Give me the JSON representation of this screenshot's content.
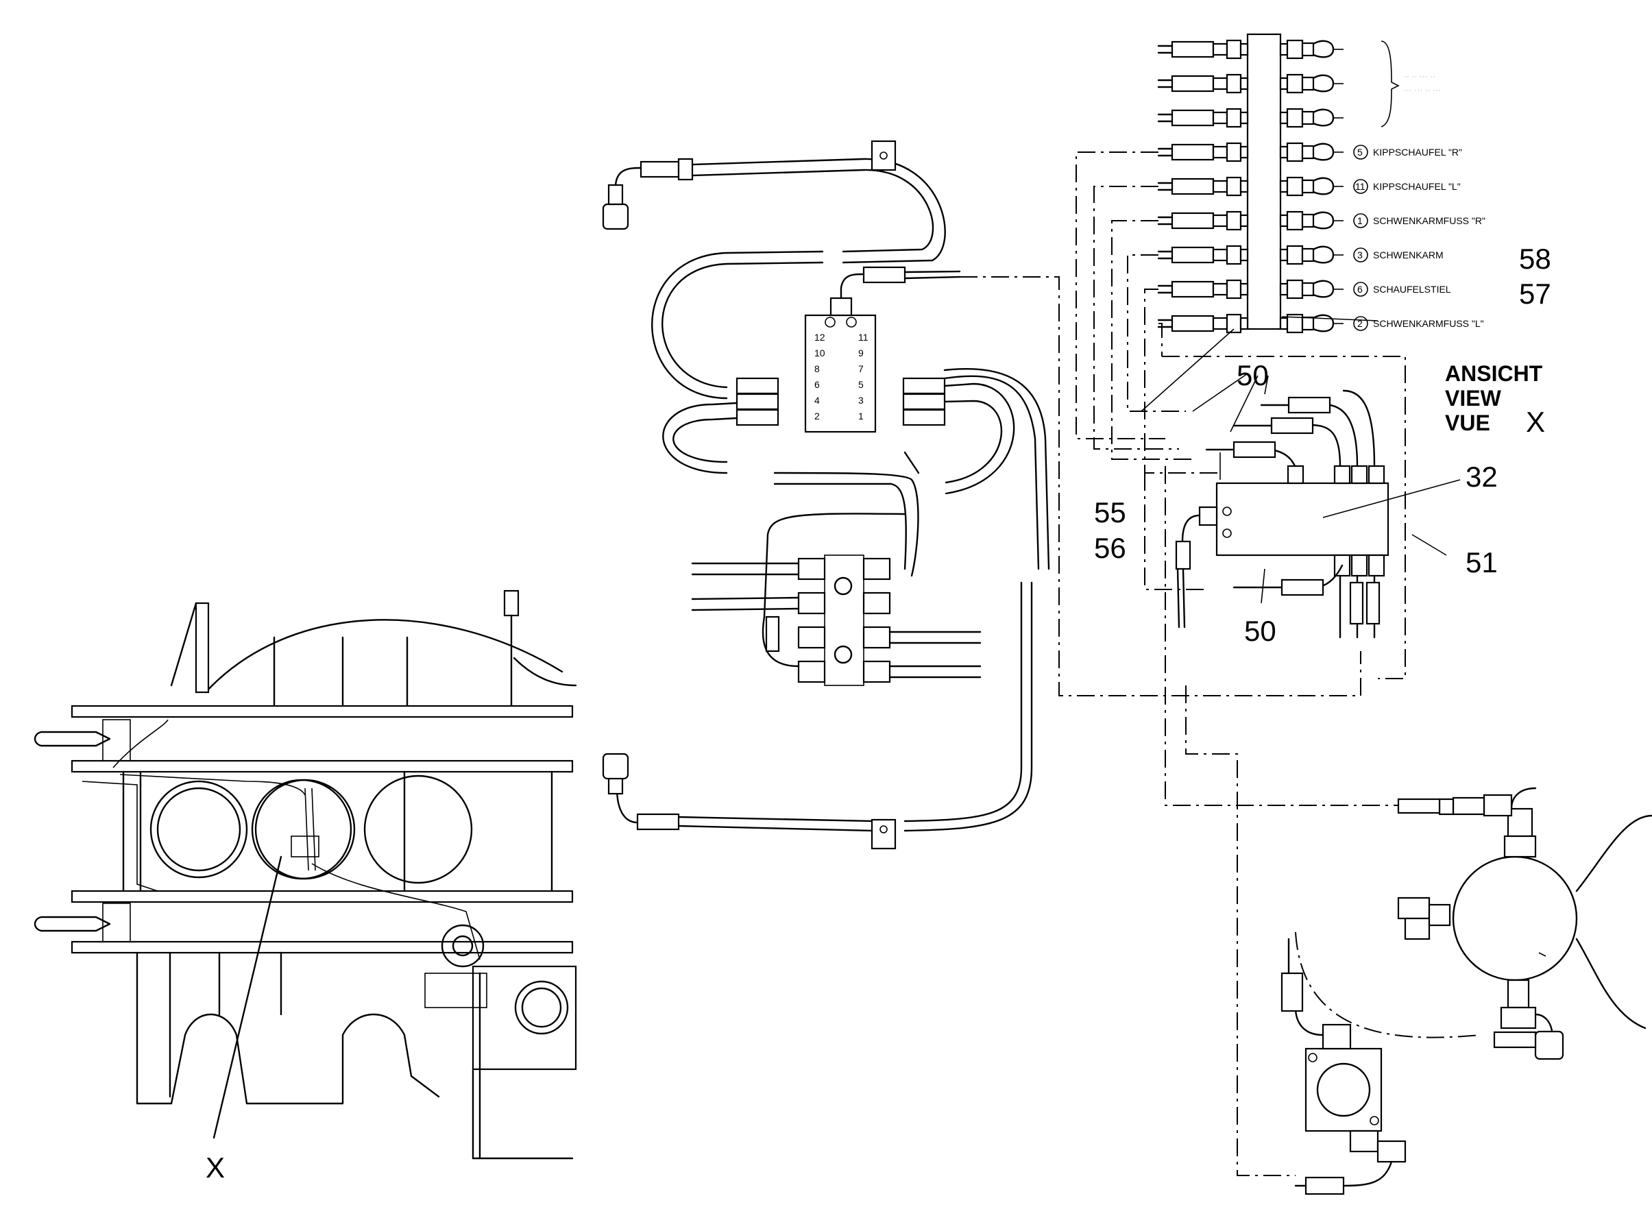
{
  "callouts": {
    "x_left": "X",
    "n58": "58",
    "n57": "57",
    "n50_top": "50",
    "n55": "55",
    "n56": "56",
    "n32": "32",
    "n51": "51",
    "n50_bottom": "50",
    "view_x": "X"
  },
  "view_title": [
    "ANSICHT",
    "VIEW",
    "VUE"
  ],
  "distributor_left_ports": [
    "12",
    "10",
    "8",
    "6",
    "4",
    "2"
  ],
  "distributor_right_ports": [
    "11",
    "9",
    "7",
    "5",
    "3",
    "1"
  ],
  "lube_points": [
    {
      "num": "5",
      "label": "KIPPSCHAUFEL \"R\""
    },
    {
      "num": "11",
      "label": "KIPPSCHAUFEL \"L\""
    },
    {
      "num": "1",
      "label": "SCHWENKARMFUSS \"R\""
    },
    {
      "num": "3",
      "label": "SCHWENKARM"
    },
    {
      "num": "6",
      "label": "SCHAUFELSTIEL"
    },
    {
      "num": "2",
      "label": "SCHWENKARMFUSS \"L\""
    }
  ]
}
